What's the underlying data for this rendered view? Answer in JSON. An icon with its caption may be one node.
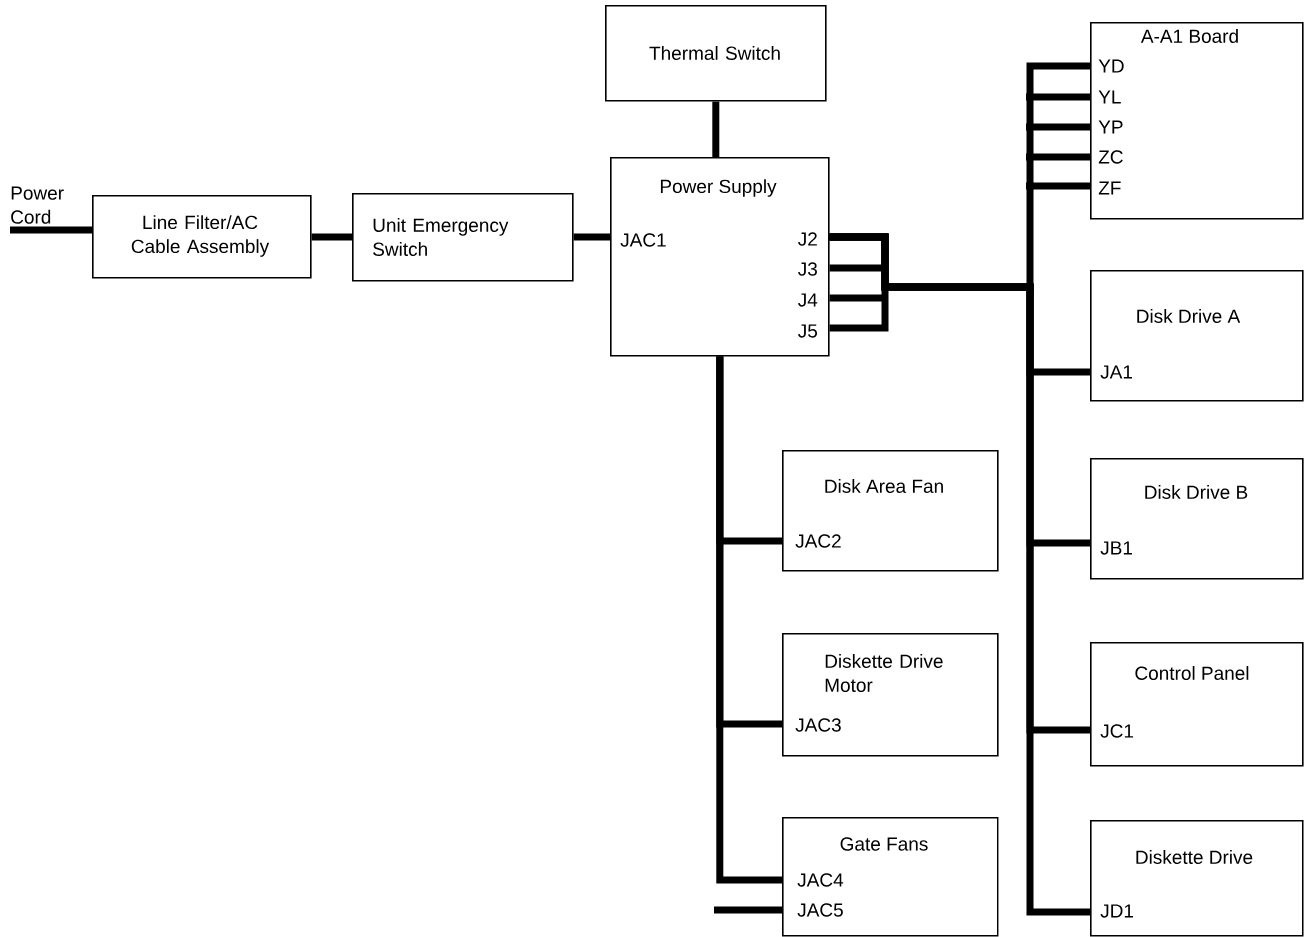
{
  "diagram": {
    "nodes": [
      {
        "text": [
          "Power Cord"
        ]
      },
      {
        "text": [
          "Line Filter/AC Cable Assembly"
        ]
      },
      {
        "text": [
          "Unit Emergency Switch"
        ]
      },
      {
        "text": [
          "Thermal Switch"
        ]
      },
      {
        "text": [
          "Power Supply",
          "JAC1",
          "J2",
          "J3",
          "J4",
          "J5"
        ]
      },
      {
        "text": [
          "A-A1 Board",
          "YD",
          "YL",
          "YP",
          "ZC",
          "ZF"
        ]
      },
      {
        "text": [
          "Disk Drive A",
          "JA1"
        ]
      },
      {
        "text": [
          "Disk Drive B",
          "JB1"
        ]
      },
      {
        "text": [
          "Control Panel",
          "JC1"
        ]
      },
      {
        "text": [
          "Diskette Drive",
          "JD1"
        ]
      },
      {
        "text": [
          "Disk Area Fan",
          "JAC2"
        ]
      },
      {
        "text": [
          "Diskette Drive Motor",
          "JAC3"
        ]
      },
      {
        "text": [
          "Gate Fans",
          "JAC4",
          "JAC5"
        ]
      }
    ],
    "edges": [
      {
        "from": 0,
        "to": 1,
        "arrow": "none"
      },
      {
        "from": 1,
        "to": 2,
        "arrow": "none"
      },
      {
        "from": 2,
        "to": 4,
        "arrow": "none"
      },
      {
        "from": 3,
        "to": 4,
        "arrow": "none"
      },
      {
        "from": 4,
        "to": 5,
        "arrow": "none"
      },
      {
        "from": 4,
        "to": 6,
        "arrow": "none"
      },
      {
        "from": 4,
        "to": 7,
        "arrow": "none"
      },
      {
        "from": 4,
        "to": 8,
        "arrow": "none"
      },
      {
        "from": 4,
        "to": 9,
        "arrow": "none"
      },
      {
        "from": 4,
        "to": 10,
        "arrow": "none"
      },
      {
        "from": 4,
        "to": 11,
        "arrow": "none"
      },
      {
        "from": 4,
        "to": 12,
        "arrow": "none"
      }
    ]
  }
}
